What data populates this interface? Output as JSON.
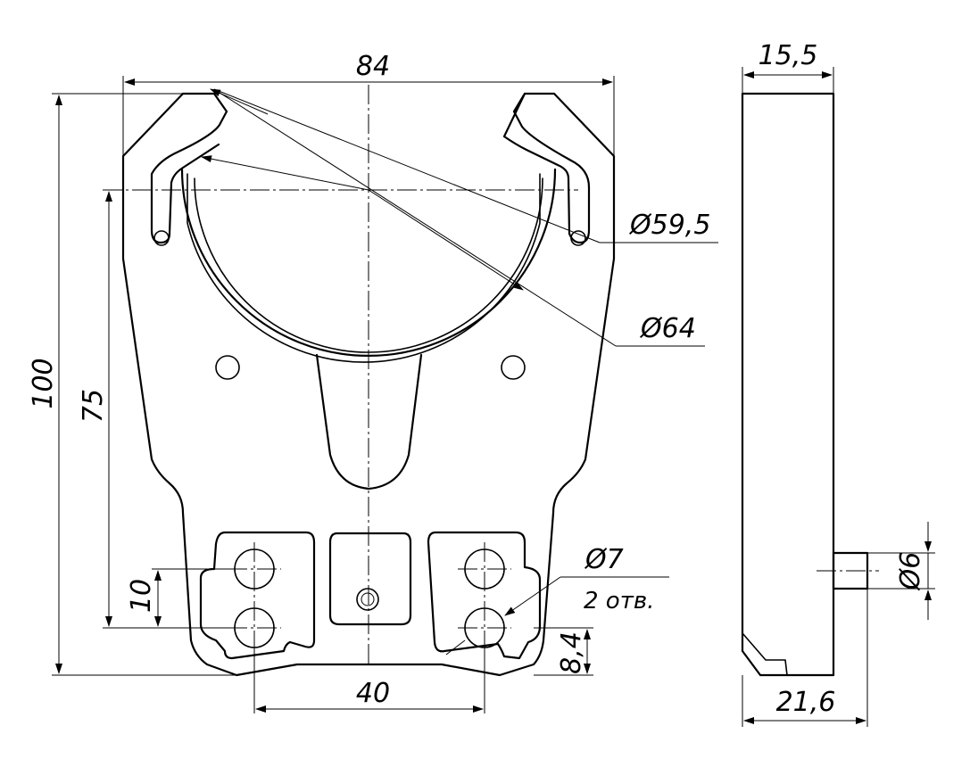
{
  "front_view": {
    "width": "84",
    "height": "100",
    "height_to_axis": "75",
    "hole_spacing": "10",
    "hole_pitch": "40",
    "bottom_offset": "8,4",
    "small_dia": "Ø59,5",
    "large_dia": "Ø64",
    "hole_dia": "Ø7",
    "hole_count": "2 отв."
  },
  "side_view": {
    "top_thickness": "15,5",
    "total_thickness": "21,6",
    "pin_dia": "Ø6"
  }
}
